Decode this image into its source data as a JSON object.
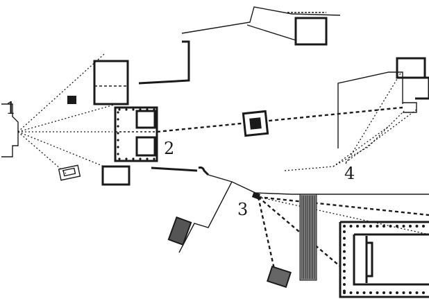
{
  "labels": {
    "p1": "1",
    "p2": "2",
    "p3": "3",
    "p4": "4"
  },
  "colors": {
    "ink": "#1a1a1a",
    "paper": "#ffffff"
  }
}
